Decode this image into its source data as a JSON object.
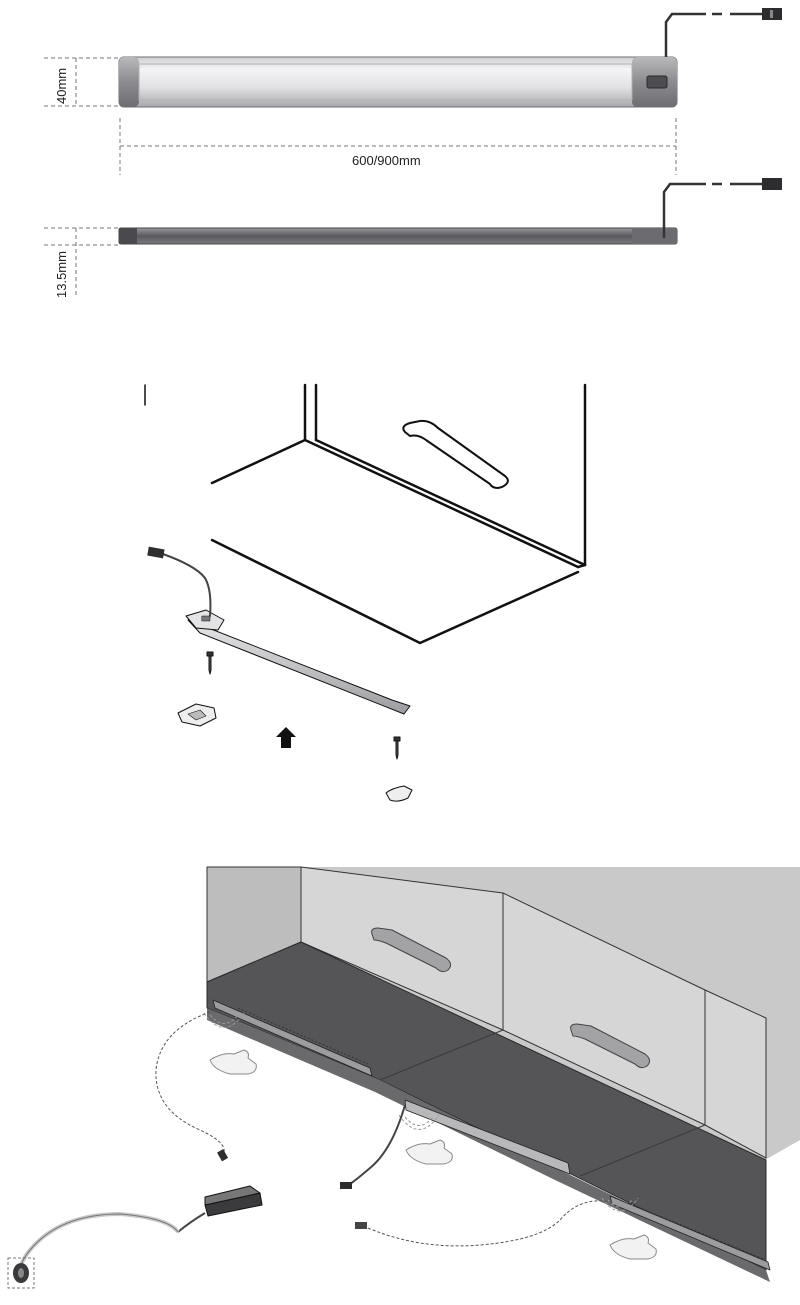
{
  "figure": {
    "dimensions": {
      "height_front": "40mm",
      "length": "600/900mm",
      "height_side": "13.5mm"
    },
    "colors": {
      "bar_light": "#e6e6e8",
      "bar_metal": "#9a9a9c",
      "cabinet_front": "#d3d3d3",
      "cabinet_underside": "#5a5a5c",
      "line": "#111111"
    }
  }
}
